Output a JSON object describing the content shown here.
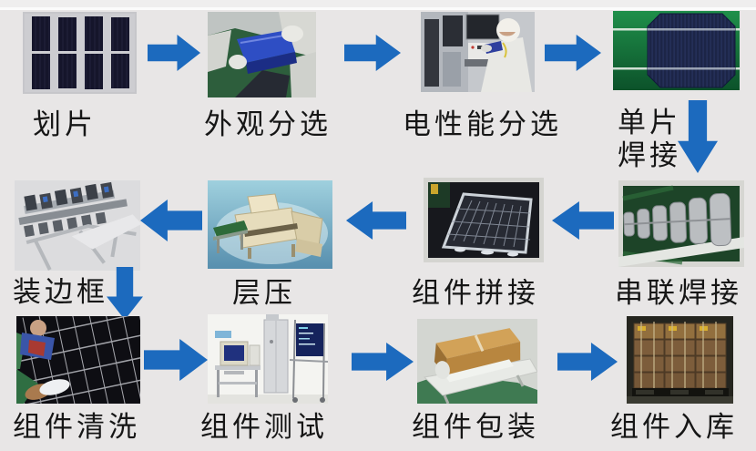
{
  "colors": {
    "background": "#e8e6e6",
    "arrow": "#1c6abe",
    "label": "#161616"
  },
  "process": {
    "description_note": "solar module production flow, 12 steps in 3 rows",
    "rows": [
      {
        "direction": "left-to-right",
        "steps": [
          {
            "label": "划片",
            "photo": "diced-cell-strips-photo"
          },
          {
            "label": "外观分选",
            "photo": "visual-inspection-photo"
          },
          {
            "label": "电性能分选",
            "photo": "electrical-test-sorting-photo"
          },
          {
            "label": "单片焊接",
            "photo": "single-cell-soldering-photo"
          }
        ]
      },
      {
        "direction": "right-to-left",
        "steps": [
          {
            "label": "串联焊接",
            "photo": "string-soldering-photo"
          },
          {
            "label": "组件拼接",
            "photo": "module-layup-photo"
          },
          {
            "label": "层压",
            "photo": "laminator-machine-photo"
          },
          {
            "label": "装边框",
            "photo": "framing-machine-photo"
          }
        ]
      },
      {
        "direction": "left-to-right",
        "steps": [
          {
            "label": "组件清洗",
            "photo": "module-cleaning-photo"
          },
          {
            "label": "组件测试",
            "photo": "module-testing-photo"
          },
          {
            "label": "组件包装",
            "photo": "module-packing-photo"
          },
          {
            "label": "组件入库",
            "photo": "module-warehousing-photo"
          }
        ]
      }
    ]
  }
}
